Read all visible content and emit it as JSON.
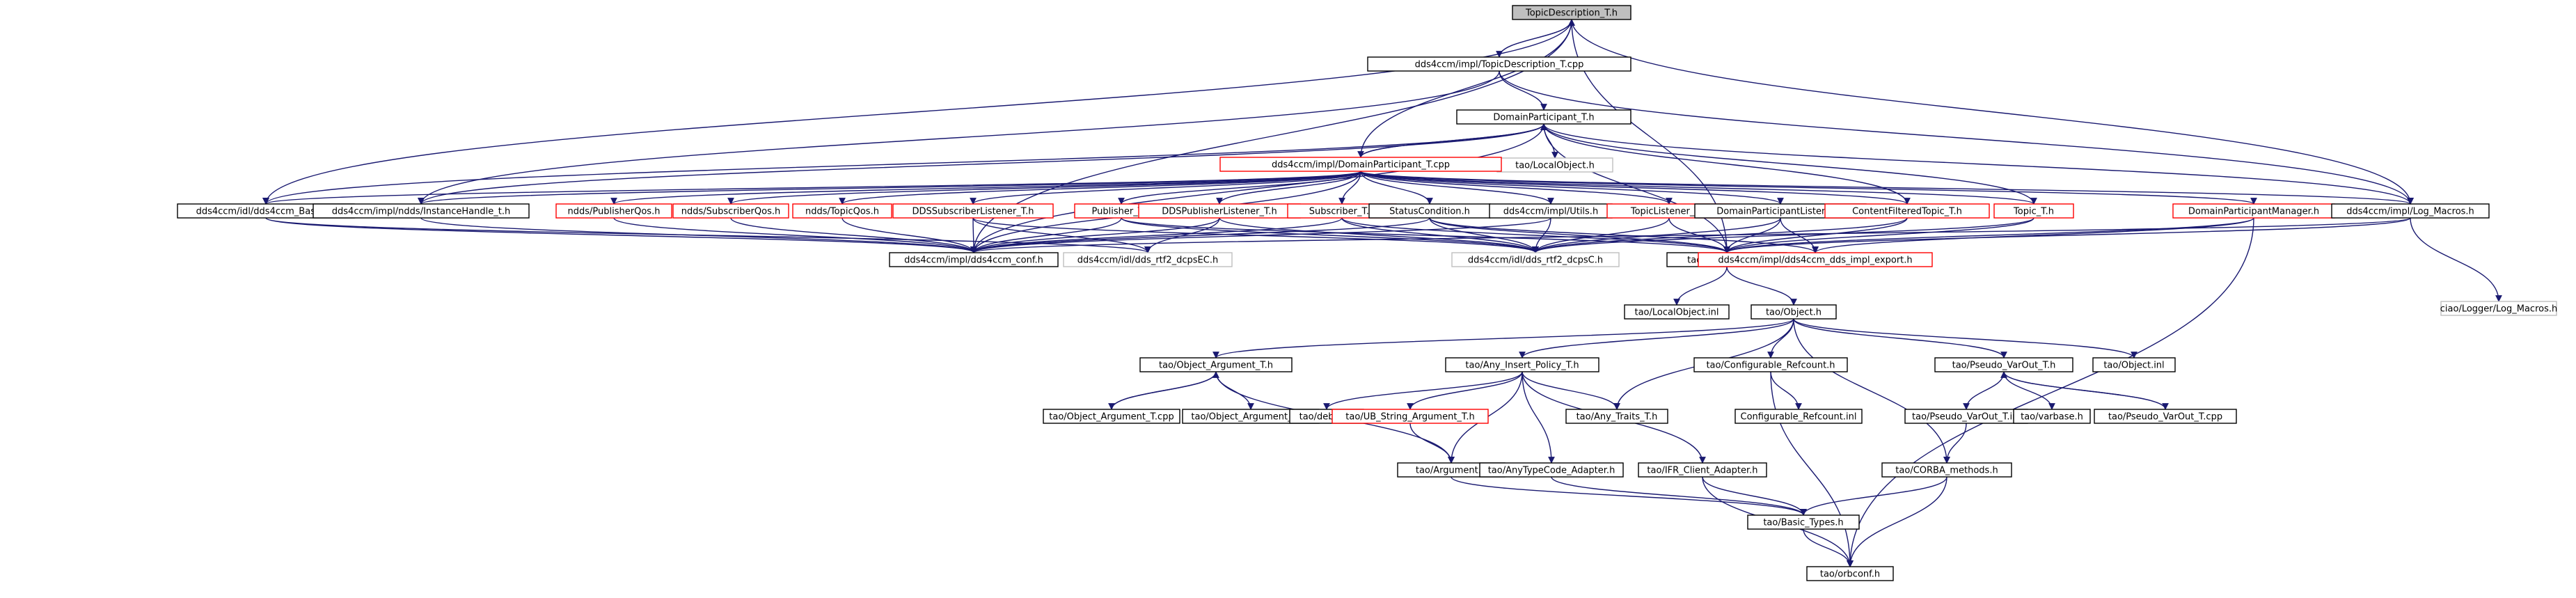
{
  "colors": {
    "edge": "#191970",
    "node_border_default": "#000000",
    "node_border_link": "#ff0000",
    "node_border_faint": "#bfbfbf",
    "node_fill_root": "#bfbfbf",
    "node_fill": "#ffffff"
  },
  "nodes": [
    {
      "id": "n0",
      "label": "TopicDescription_T.h",
      "style": "root"
    },
    {
      "id": "n1",
      "label": "dds4ccm/impl/TopicDescription_T.cpp",
      "style": "default"
    },
    {
      "id": "n2",
      "label": "DomainParticipant_T.h",
      "style": "default"
    },
    {
      "id": "n3",
      "label": "tao/LocalObject.h",
      "style": "faint"
    },
    {
      "id": "n4",
      "label": "dds4ccm/impl/DomainParticipant_T.cpp",
      "style": "link"
    },
    {
      "id": "n5",
      "label": "dds4ccm/idl/dds4ccm_BaseC.h",
      "style": "default"
    },
    {
      "id": "n6",
      "label": "dds4ccm/impl/ndds/InstanceHandle_t.h",
      "style": "default"
    },
    {
      "id": "n7",
      "label": "ndds/PublisherQos.h",
      "style": "link"
    },
    {
      "id": "n8",
      "label": "ndds/SubscriberQos.h",
      "style": "link"
    },
    {
      "id": "n9",
      "label": "ndds/TopicQos.h",
      "style": "link"
    },
    {
      "id": "n10",
      "label": "DDSSubscriberListener_T.h",
      "style": "link"
    },
    {
      "id": "n11",
      "label": "Publisher_T.h",
      "style": "link"
    },
    {
      "id": "n12",
      "label": "DDSPublisherListener_T.h",
      "style": "link"
    },
    {
      "id": "n13",
      "label": "Subscriber_T.h",
      "style": "link"
    },
    {
      "id": "n14",
      "label": "StatusCondition.h",
      "style": "default"
    },
    {
      "id": "n15",
      "label": "dds4ccm/impl/Utils.h",
      "style": "default"
    },
    {
      "id": "n16",
      "label": "TopicListener_T.h",
      "style": "link"
    },
    {
      "id": "n17",
      "label": "DomainParticipantListener.h",
      "style": "default"
    },
    {
      "id": "n18",
      "label": "ContentFilteredTopic_T.h",
      "style": "link"
    },
    {
      "id": "n19",
      "label": "Topic_T.h",
      "style": "link"
    },
    {
      "id": "n20",
      "label": "DomainParticipantManager.h",
      "style": "link"
    },
    {
      "id": "n21",
      "label": "dds4ccm/impl/Log_Macros.h",
      "style": "default"
    },
    {
      "id": "n22",
      "label": "dds4ccm/impl/dds4ccm_conf.h",
      "style": "default"
    },
    {
      "id": "n23",
      "label": "dds4ccm/idl/dds_rtf2_dcpsEC.h",
      "style": "faint"
    },
    {
      "id": "n24",
      "label": "dds4ccm/idl/dds_rtf2_dcpsC.h",
      "style": "faint"
    },
    {
      "id": "n25",
      "label": "tao/LocalObject.h",
      "style": "default"
    },
    {
      "id": "n26",
      "label": "dds4ccm/impl/dds4ccm_dds_impl_export.h",
      "style": "link"
    },
    {
      "id": "n27",
      "label": "ciao/Logger/Log_Macros.h",
      "style": "faint"
    },
    {
      "id": "n28",
      "label": "tao/LocalObject.inl",
      "style": "default"
    },
    {
      "id": "n29",
      "label": "tao/Object.h",
      "style": "default"
    },
    {
      "id": "n30",
      "label": "tao/Object_Argument_T.h",
      "style": "default"
    },
    {
      "id": "n31",
      "label": "tao/Any_Insert_Policy_T.h",
      "style": "default"
    },
    {
      "id": "n32",
      "label": "tao/Configurable_Refcount.h",
      "style": "default"
    },
    {
      "id": "n33",
      "label": "tao/Pseudo_VarOut_T.h",
      "style": "default"
    },
    {
      "id": "n34",
      "label": "tao/Object.inl",
      "style": "default"
    },
    {
      "id": "n35",
      "label": "tao/Object_Argument_T.cpp",
      "style": "default"
    },
    {
      "id": "n36",
      "label": "tao/Object_Argument_T.inl",
      "style": "default"
    },
    {
      "id": "n37",
      "label": "tao/debug.h",
      "style": "default"
    },
    {
      "id": "n38",
      "label": "tao/UB_String_Argument_T.h",
      "style": "link"
    },
    {
      "id": "n39",
      "label": "tao/Any_Traits_T.h",
      "style": "default"
    },
    {
      "id": "n40",
      "label": "Configurable_Refcount.inl",
      "style": "default"
    },
    {
      "id": "n41",
      "label": "tao/Pseudo_VarOut_T.inl",
      "style": "default"
    },
    {
      "id": "n42",
      "label": "tao/varbase.h",
      "style": "default"
    },
    {
      "id": "n43",
      "label": "tao/Pseudo_VarOut_T.cpp",
      "style": "default"
    },
    {
      "id": "n44",
      "label": "tao/Argument.h",
      "style": "default"
    },
    {
      "id": "n45",
      "label": "tao/AnyTypeCode_Adapter.h",
      "style": "default"
    },
    {
      "id": "n46",
      "label": "tao/IFR_Client_Adapter.h",
      "style": "default"
    },
    {
      "id": "n47",
      "label": "tao/CORBA_methods.h",
      "style": "default"
    },
    {
      "id": "n48",
      "label": "tao/Basic_Types.h",
      "style": "default"
    },
    {
      "id": "n49",
      "label": "tao/orbconf.h",
      "style": "default"
    }
  ],
  "edges": [
    [
      "n0",
      "n1"
    ],
    [
      "n1",
      "n0"
    ],
    [
      "n1",
      "n2"
    ],
    [
      "n0",
      "n22"
    ],
    [
      "n0",
      "n25"
    ],
    [
      "n0",
      "n21"
    ],
    [
      "n0",
      "n5"
    ],
    [
      "n1",
      "n6"
    ],
    [
      "n1",
      "n21"
    ],
    [
      "n2",
      "n3"
    ],
    [
      "n2",
      "n4"
    ],
    [
      "n2",
      "n22"
    ],
    [
      "n2",
      "n6"
    ],
    [
      "n2",
      "n25"
    ],
    [
      "n2",
      "n21"
    ],
    [
      "n2",
      "n5"
    ],
    [
      "n4",
      "n0"
    ],
    [
      "n4",
      "n2"
    ],
    [
      "n4",
      "n5"
    ],
    [
      "n4",
      "n6"
    ],
    [
      "n4",
      "n7"
    ],
    [
      "n4",
      "n8"
    ],
    [
      "n4",
      "n9"
    ],
    [
      "n4",
      "n10"
    ],
    [
      "n4",
      "n11"
    ],
    [
      "n4",
      "n12"
    ],
    [
      "n4",
      "n13"
    ],
    [
      "n4",
      "n14"
    ],
    [
      "n4",
      "n15"
    ],
    [
      "n4",
      "n16"
    ],
    [
      "n4",
      "n17"
    ],
    [
      "n4",
      "n18"
    ],
    [
      "n4",
      "n19"
    ],
    [
      "n4",
      "n20"
    ],
    [
      "n4",
      "n21"
    ],
    [
      "n4",
      "n22"
    ],
    [
      "n6",
      "n22"
    ],
    [
      "n7",
      "n22"
    ],
    [
      "n8",
      "n22"
    ],
    [
      "n9",
      "n22"
    ],
    [
      "n10",
      "n22"
    ],
    [
      "n10",
      "n23"
    ],
    [
      "n10",
      "n24"
    ],
    [
      "n11",
      "n22"
    ],
    [
      "n11",
      "n24"
    ],
    [
      "n11",
      "n25"
    ],
    [
      "n12",
      "n22"
    ],
    [
      "n12",
      "n23"
    ],
    [
      "n12",
      "n24"
    ],
    [
      "n13",
      "n22"
    ],
    [
      "n13",
      "n24"
    ],
    [
      "n13",
      "n25"
    ],
    [
      "n14",
      "n22"
    ],
    [
      "n14",
      "n24"
    ],
    [
      "n14",
      "n25"
    ],
    [
      "n14",
      "n26"
    ],
    [
      "n15",
      "n24"
    ],
    [
      "n15",
      "n22"
    ],
    [
      "n16",
      "n24"
    ],
    [
      "n16",
      "n25"
    ],
    [
      "n17",
      "n24"
    ],
    [
      "n17",
      "n25"
    ],
    [
      "n17",
      "n26"
    ],
    [
      "n18",
      "n24"
    ],
    [
      "n18",
      "n25"
    ],
    [
      "n18",
      "n2"
    ],
    [
      "n19",
      "n24"
    ],
    [
      "n19",
      "n25"
    ],
    [
      "n19",
      "n2"
    ],
    [
      "n20",
      "n25"
    ],
    [
      "n20",
      "n26"
    ],
    [
      "n20",
      "n49"
    ],
    [
      "n21",
      "n25"
    ],
    [
      "n21",
      "n27"
    ],
    [
      "n21",
      "n22"
    ],
    [
      "n5",
      "n23"
    ],
    [
      "n5",
      "n22"
    ],
    [
      "n25",
      "n28"
    ],
    [
      "n25",
      "n29"
    ],
    [
      "n29",
      "n30"
    ],
    [
      "n29",
      "n31"
    ],
    [
      "n29",
      "n32"
    ],
    [
      "n29",
      "n33"
    ],
    [
      "n29",
      "n34"
    ],
    [
      "n29",
      "n39"
    ],
    [
      "n29",
      "n47"
    ],
    [
      "n30",
      "n35"
    ],
    [
      "n35",
      "n30"
    ],
    [
      "n30",
      "n36"
    ],
    [
      "n30",
      "n44"
    ],
    [
      "n31",
      "n37"
    ],
    [
      "n31",
      "n38"
    ],
    [
      "n31",
      "n39"
    ],
    [
      "n31",
      "n44"
    ],
    [
      "n31",
      "n45"
    ],
    [
      "n31",
      "n46"
    ],
    [
      "n38",
      "n44"
    ],
    [
      "n32",
      "n40"
    ],
    [
      "n32",
      "n49"
    ],
    [
      "n33",
      "n41"
    ],
    [
      "n33",
      "n42"
    ],
    [
      "n33",
      "n43"
    ],
    [
      "n43",
      "n33"
    ],
    [
      "n41",
      "n47"
    ],
    [
      "n44",
      "n48"
    ],
    [
      "n45",
      "n48"
    ],
    [
      "n46",
      "n48"
    ],
    [
      "n46",
      "n49"
    ],
    [
      "n47",
      "n48"
    ],
    [
      "n47",
      "n49"
    ],
    [
      "n48",
      "n49"
    ]
  ]
}
